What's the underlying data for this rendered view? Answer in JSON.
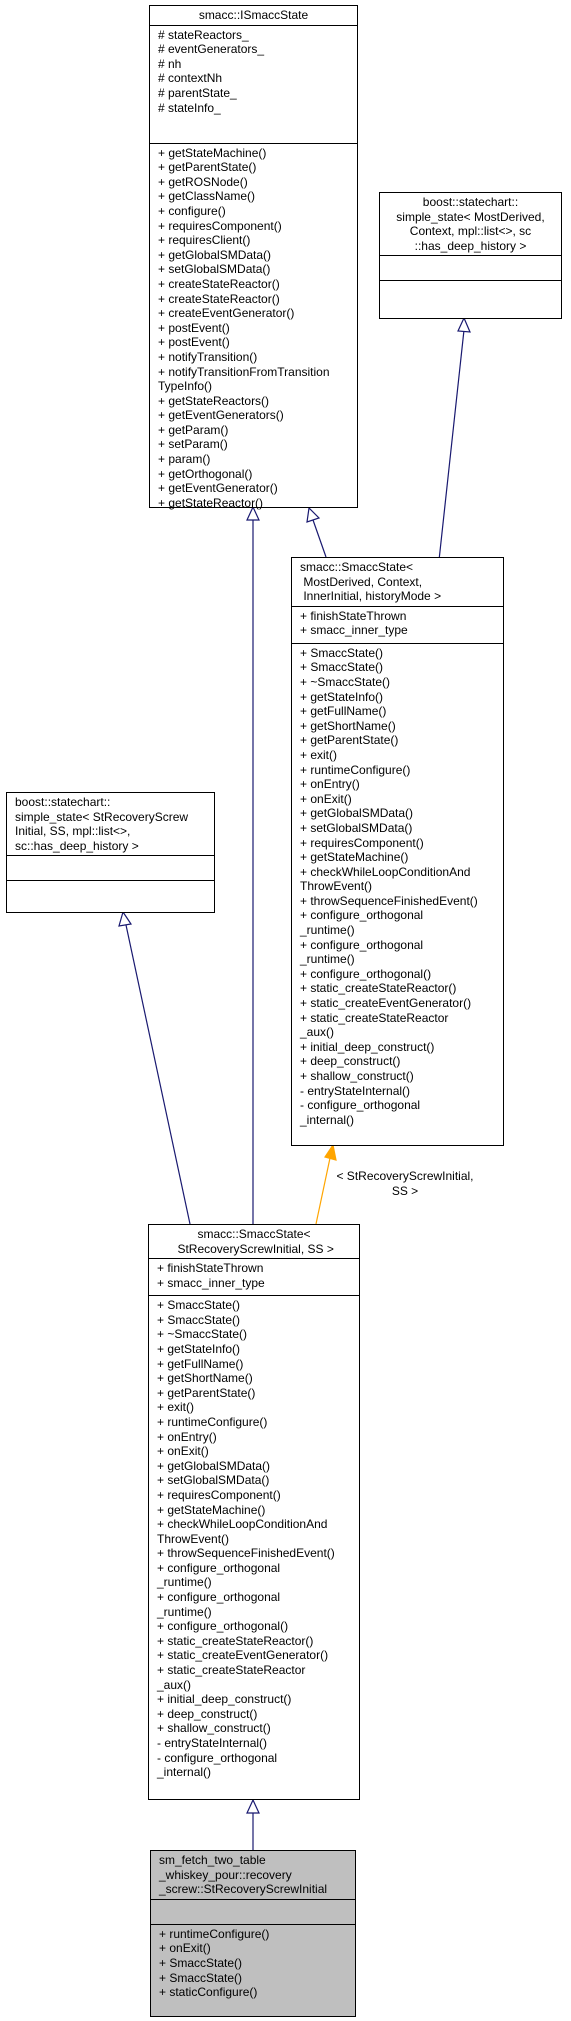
{
  "colors": {
    "edge_inheritance": "#191970",
    "edge_template": "#ffa500",
    "highlight_fill": "#bfbfbf",
    "border": "#000000"
  },
  "nodes": {
    "ismaccstate": {
      "title": [
        "smacc::ISmaccState"
      ],
      "attributes": [
        "# stateReactors_",
        "# eventGenerators_",
        "# nh",
        "# contextNh",
        "# parentState_",
        "# stateInfo_"
      ],
      "methods": [
        "+ getStateMachine()",
        "+ getParentState()",
        "+ getROSNode()",
        "+ getClassName()",
        "+ configure()",
        "+ requiresComponent()",
        "+ requiresClient()",
        "+ getGlobalSMData()",
        "+ setGlobalSMData()",
        "+ createStateReactor()",
        "+ createStateReactor()",
        "+ createEventGenerator()",
        "+ postEvent()",
        "+ postEvent()",
        "+ notifyTransition()",
        "+ notifyTransitionFromTransition",
        "TypeInfo()",
        "+ getStateReactors()",
        "+ getEventGenerators()",
        "+ getParam()",
        "+ setParam()",
        "+ param()",
        "+ getOrthogonal()",
        "+ getEventGenerator()",
        "+ getStateReactor()"
      ]
    },
    "boost_state_deep": {
      "title": [
        "boost::statechart::",
        "simple_state< MostDerived,",
        "Context, mpl::list<>, sc",
        "::has_deep_history >"
      ],
      "attributes": [
        ""
      ],
      "methods": [
        ""
      ]
    },
    "smaccstate_template": {
      "title": [
        "smacc::SmaccState<",
        " MostDerived, Context,",
        " InnerInitial, historyMode >"
      ],
      "attributes": [
        "+ finishStateThrown",
        "+ smacc_inner_type"
      ],
      "methods": [
        "+ SmaccState()",
        "+ SmaccState()",
        "+ ~SmaccState()",
        "+ getStateInfo()",
        "+ getFullName()",
        "+ getShortName()",
        "+ getParentState()",
        "+ exit()",
        "+ runtimeConfigure()",
        "+ onEntry()",
        "+ onExit()",
        "+ getGlobalSMData()",
        "+ setGlobalSMData()",
        "+ requiresComponent()",
        "+ getStateMachine()",
        "+ checkWhileLoopConditionAnd",
        "ThrowEvent()",
        "+ throwSequenceFinishedEvent()",
        "+ configure_orthogonal",
        "_runtime()",
        "+ configure_orthogonal",
        "_runtime()",
        "+ configure_orthogonal()",
        "+ static_createStateReactor()",
        "+ static_createEventGenerator()",
        "+ static_createStateReactor",
        "_aux()",
        "+ initial_deep_construct()",
        "+ deep_construct()",
        "+ shallow_construct()",
        "- entryStateInternal()",
        "- configure_orthogonal",
        "_internal()"
      ]
    },
    "boost_state_recovery": {
      "title": [
        "boost::statechart::",
        "simple_state< StRecoveryScrew",
        "Initial, SS, mpl::list<>,",
        "sc::has_deep_history >"
      ],
      "attributes": [
        ""
      ],
      "methods": [
        ""
      ]
    },
    "smaccstate_instance": {
      "title": [
        "smacc::SmaccState<",
        " StRecoveryScrewInitial, SS >"
      ],
      "attributes": [
        "+ finishStateThrown",
        "+ smacc_inner_type"
      ],
      "methods": [
        "+ SmaccState()",
        "+ SmaccState()",
        "+ ~SmaccState()",
        "+ getStateInfo()",
        "+ getFullName()",
        "+ getShortName()",
        "+ getParentState()",
        "+ exit()",
        "+ runtimeConfigure()",
        "+ onEntry()",
        "+ onExit()",
        "+ getGlobalSMData()",
        "+ setGlobalSMData()",
        "+ requiresComponent()",
        "+ getStateMachine()",
        "+ checkWhileLoopConditionAnd",
        "ThrowEvent()",
        "+ throwSequenceFinishedEvent()",
        "+ configure_orthogonal",
        "_runtime()",
        "+ configure_orthogonal",
        "_runtime()",
        "+ configure_orthogonal()",
        "+ static_createStateReactor()",
        "+ static_createEventGenerator()",
        "+ static_createStateReactor",
        "_aux()",
        "+ initial_deep_construct()",
        "+ deep_construct()",
        "+ shallow_construct()",
        "- entryStateInternal()",
        "- configure_orthogonal",
        "_internal()"
      ]
    },
    "stRecoveryScrewInitial": {
      "title": [
        "sm_fetch_two_table",
        "_whiskey_pour::recovery",
        "_screw::StRecoveryScrewInitial"
      ],
      "attributes": [
        ""
      ],
      "methods": [
        "+ runtimeConfigure()",
        "+ onExit()",
        "+ SmaccState()",
        "+ SmaccState()",
        "+ staticConfigure()"
      ]
    }
  },
  "edge_labels": {
    "template_binding": [
      "< StRecoveryScrewInitial,",
      "SS >"
    ]
  }
}
